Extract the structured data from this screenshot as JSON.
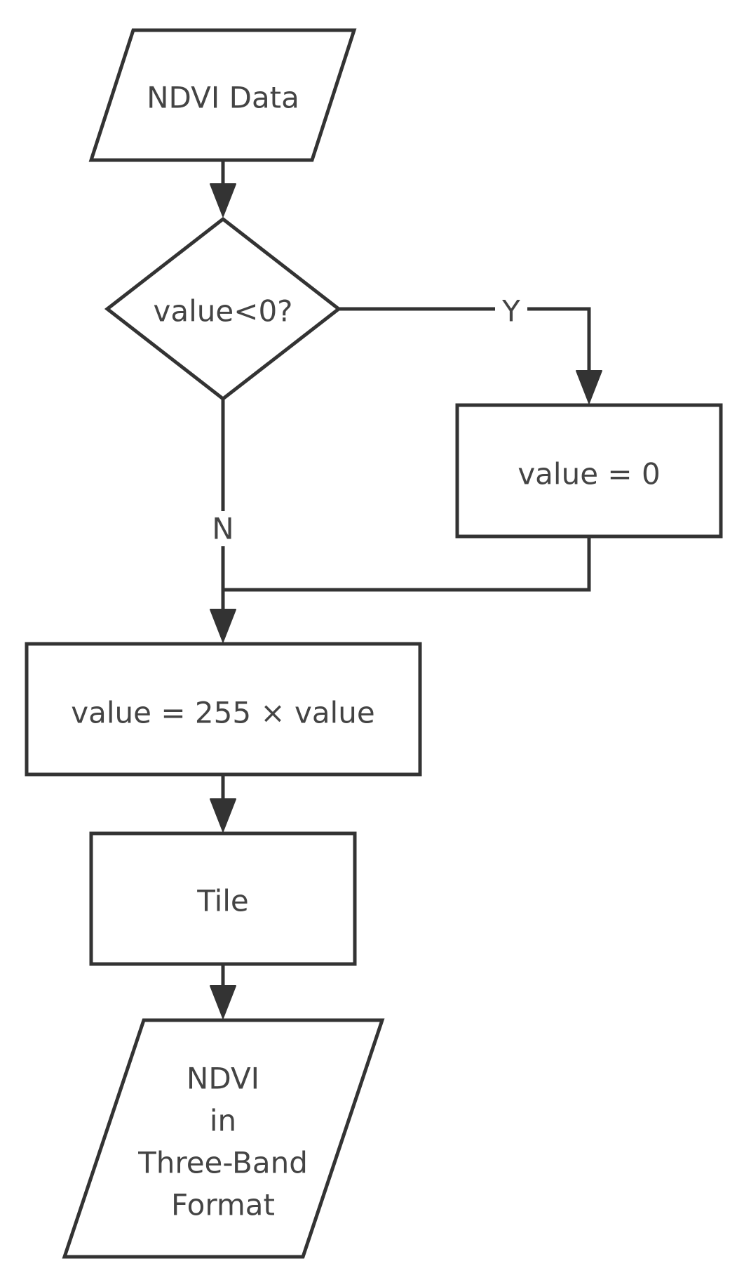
{
  "nodes": {
    "input": {
      "text": "NDVI Data"
    },
    "decision": {
      "text": "value<0?"
    },
    "set_zero": {
      "text": "value = 0"
    },
    "scale": {
      "text": "value = 255 × value"
    },
    "tile": {
      "text": "Tile"
    },
    "output": {
      "lines": [
        "NDVI",
        "in",
        "Three-Band",
        "Format"
      ]
    }
  },
  "edges": {
    "yes_label": "Y",
    "no_label": "N"
  },
  "colors": {
    "stroke": "#333333",
    "text": "#444444",
    "background": "#ffffff"
  }
}
